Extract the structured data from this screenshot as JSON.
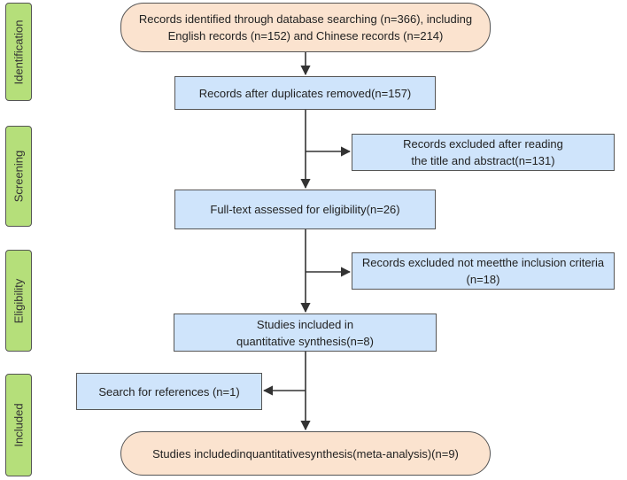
{
  "phases": {
    "identification": "Identification",
    "screening": "Screening",
    "eligibility": "Eligibility",
    "included": "Included"
  },
  "boxes": {
    "identified": {
      "line1": "Records identified through database searching (n=366), including",
      "line2": "English records (n=152) and Chinese records (n=214)"
    },
    "duplicates_removed": "Records after duplicates removed(n=157)",
    "excluded_title_abstract": {
      "line1": "Records excluded after reading",
      "line2": "the title and abstract(n=131)"
    },
    "full_text": "Full-text  assessed for eligibility(n=26)",
    "excluded_criteria": {
      "line1": "Records excluded not meetthe inclusion criteria",
      "line2": "(n=18)"
    },
    "studies_included": {
      "line1": "Studies included in",
      "line2": "quantitative synthesis(n=8)"
    },
    "references": "Search for references (n=1)",
    "final": "Studies includedinquantitativesynthesis(meta-analysis)(n=9)"
  },
  "colors": {
    "phase_fill": "#b5df7a",
    "terminal_fill": "#fbe3cf",
    "process_fill": "#cfe4fb",
    "stroke": "#555555",
    "arrow": "#333333"
  }
}
